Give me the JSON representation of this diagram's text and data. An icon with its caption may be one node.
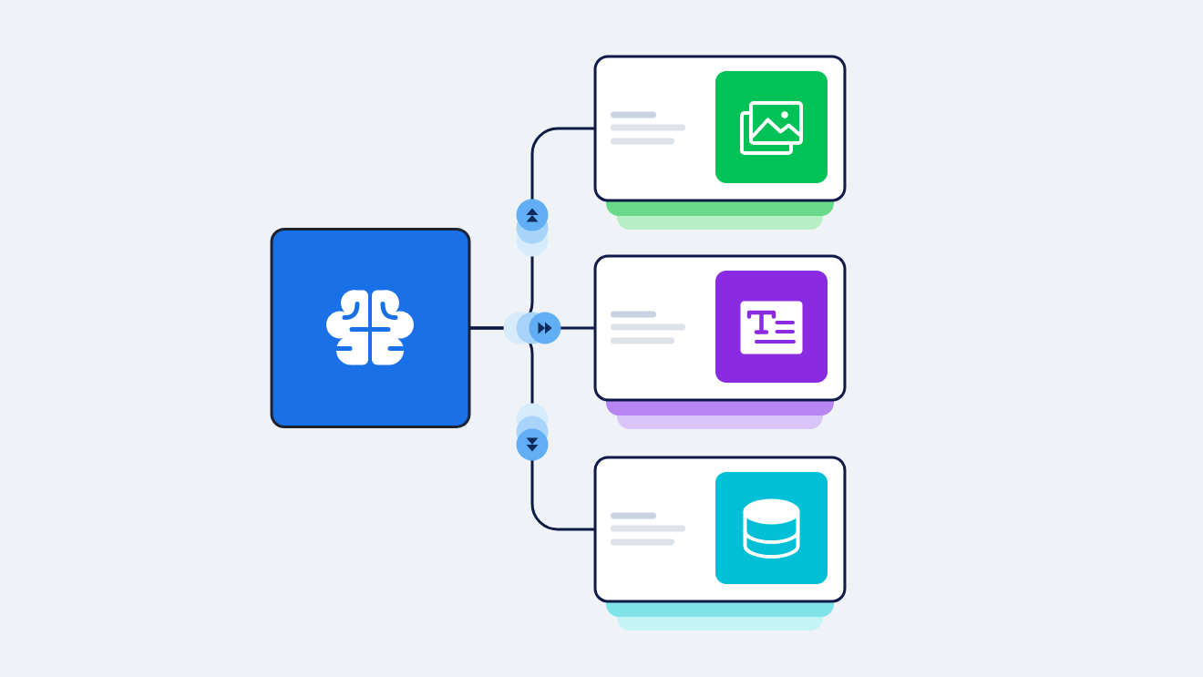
{
  "diagram": {
    "nodes": [
      {
        "text": [],
        "shape": "box"
      },
      {
        "text": [],
        "shape": "box"
      },
      {
        "text": [],
        "shape": "box"
      },
      {
        "text": [],
        "shape": "box"
      }
    ],
    "edges": [
      {
        "from": 0,
        "to": 1,
        "arrow": "to"
      },
      {
        "from": 0,
        "to": 2,
        "arrow": "to"
      },
      {
        "from": 0,
        "to": 3,
        "arrow": "to"
      }
    ]
  }
}
